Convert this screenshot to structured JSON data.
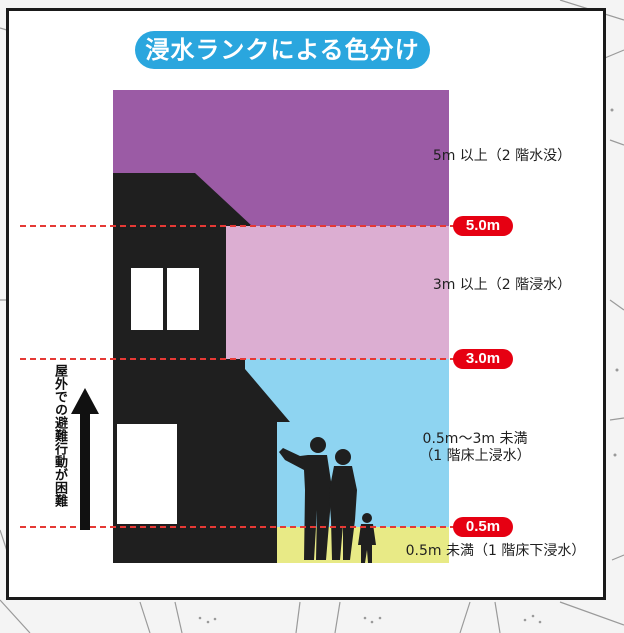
{
  "title": "浸水ランクによる色分け",
  "zones": [
    {
      "label": "5m 以上（2 階水没）",
      "color": "#9b5ba5"
    },
    {
      "label": "3m 以上（2 階浸水）",
      "color": "#dcaed2"
    },
    {
      "label_line1": "0.5m〜3m 未満",
      "label_line2": "（1 階床上浸水）",
      "color": "#8ed4f1"
    },
    {
      "label": "0.5m 未満（1 階床下浸水）",
      "color": "#e8ea86"
    }
  ],
  "levels": [
    "5.0m",
    "3.0m",
    "0.5m"
  ],
  "evacuation_caption": "屋外での避難行動が困難",
  "colors": {
    "accent": "#2aa6de",
    "level_badge": "#e60012",
    "dashed_line": "#e53935",
    "house": "#1f1f1f"
  }
}
